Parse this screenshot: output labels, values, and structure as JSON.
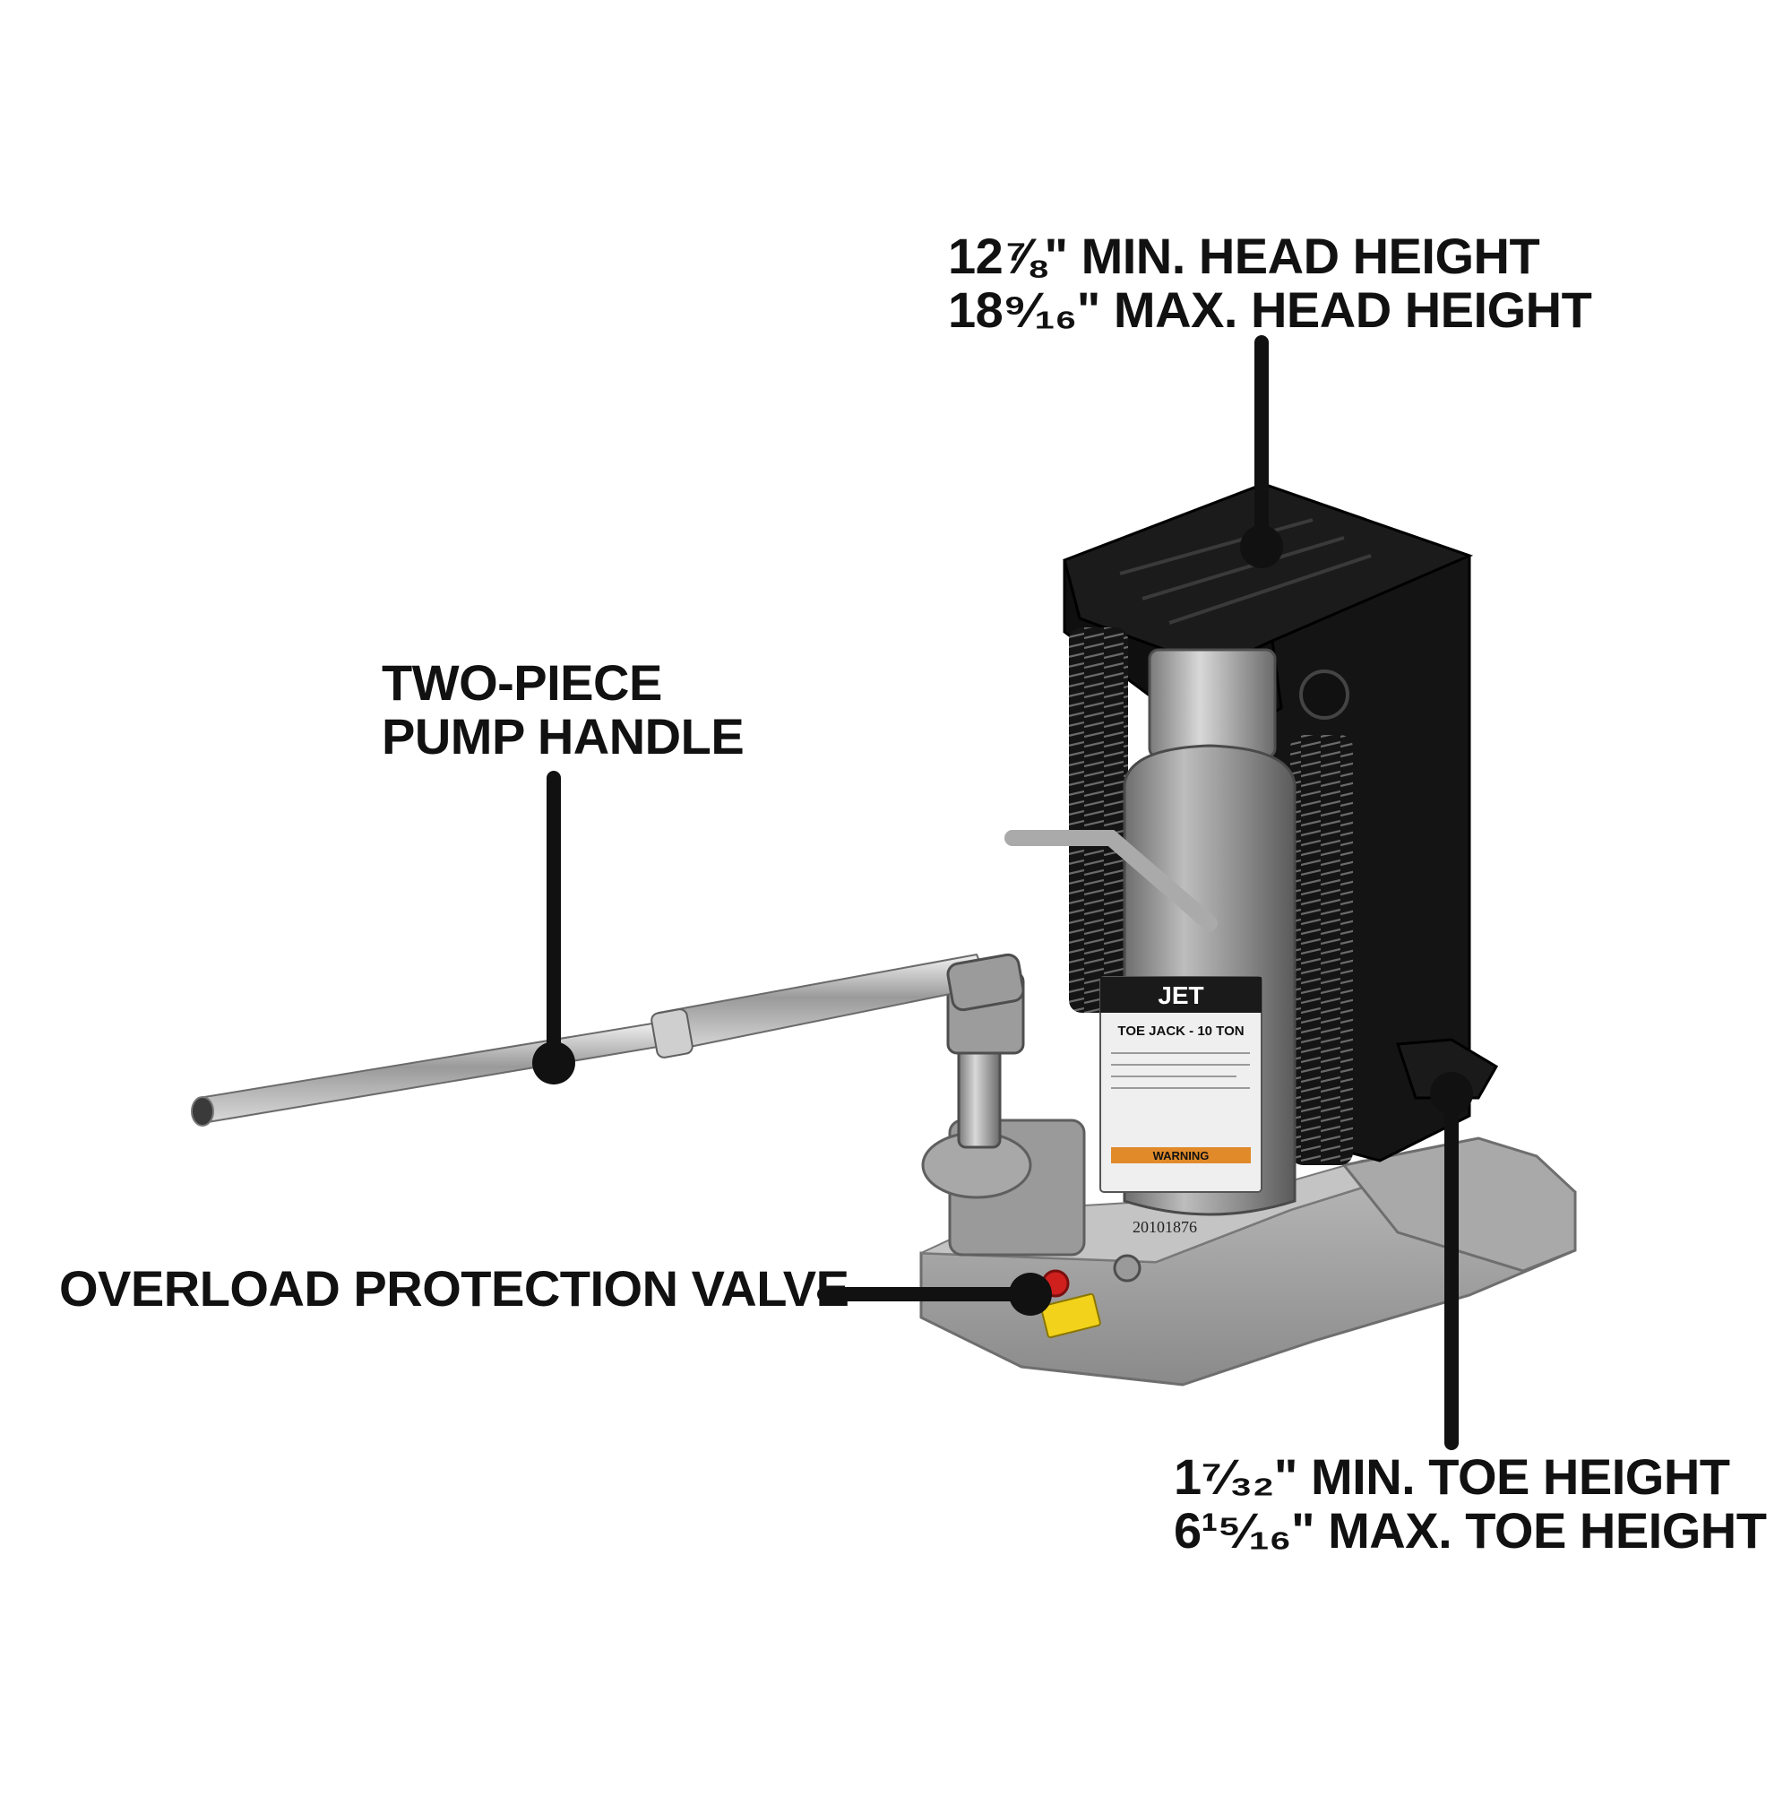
{
  "image": {
    "subject": "Hydraulic toe jack, 10 ton",
    "label_brand": "JET",
    "label_model": "TOE JACK - 10 TON",
    "label_warning": "WARNING",
    "serial_number": "20101876"
  },
  "callouts": {
    "head_height": {
      "line1": "12⅞\" MIN. HEAD HEIGHT",
      "line2": "18⁹⁄₁₆\" MAX. HEAD HEIGHT"
    },
    "pump_handle": {
      "line1": "TWO-PIECE",
      "line2": "PUMP HANDLE"
    },
    "overload_valve": {
      "line1": "OVERLOAD PROTECTION VALVE"
    },
    "toe_height": {
      "line1": "1⁷⁄₃₂\" MIN. TOE HEIGHT",
      "line2": "6¹⁵⁄₁₆\" MAX. TOE HEIGHT"
    }
  },
  "colors": {
    "text": "#111111",
    "frame_black": "#1a1a1a",
    "body_gray": "#8c8c8c",
    "base_gray": "#a3a3a3",
    "chrome": "#c8c8c8",
    "valve_red": "#d0201e",
    "sticker_yellow": "#f2d21a"
  }
}
